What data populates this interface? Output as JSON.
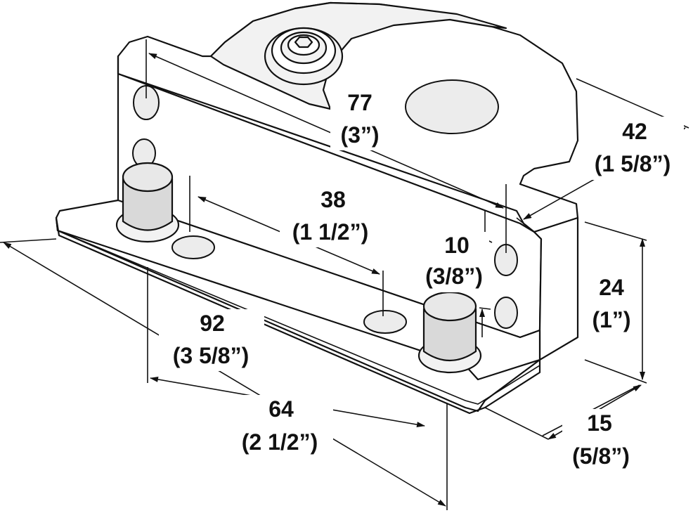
{
  "dimensions": {
    "d77": {
      "metric": "77",
      "imperial": "(3”)"
    },
    "d42": {
      "metric": "42",
      "imperial": "(1 5/8”)"
    },
    "d38": {
      "metric": "38",
      "imperial": "(1 1/2”)"
    },
    "d10": {
      "metric": "10",
      "imperial": "(3/8”)"
    },
    "d24": {
      "metric": "24",
      "imperial": "(1”)"
    },
    "d92": {
      "metric": "92",
      "imperial": "(3 5/8”)"
    },
    "d64": {
      "metric": "64",
      "imperial": "(2 1/2”)"
    },
    "d15": {
      "metric": "15",
      "imperial": "(5/8”)"
    }
  }
}
